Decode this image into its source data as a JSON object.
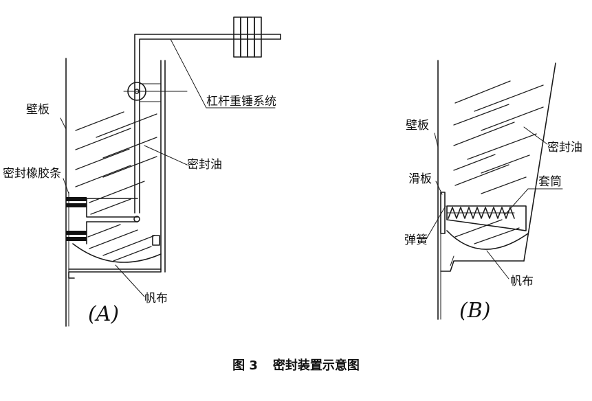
{
  "figure_a": {
    "panel_label": "(A)",
    "labels": {
      "wall": "壁板",
      "lever": "杠杆重锤系统",
      "oil": "密封油",
      "rubber": "密封橡胶条",
      "canvas": "帆布"
    }
  },
  "figure_b": {
    "panel_label": "(B)",
    "labels": {
      "wall": "壁板",
      "oil": "密封油",
      "slide": "滑板",
      "sleeve": "套筒",
      "spring": "弹簧",
      "canvas": "帆布"
    }
  },
  "caption": {
    "number": "图 3",
    "title": "密封装置示意图"
  }
}
